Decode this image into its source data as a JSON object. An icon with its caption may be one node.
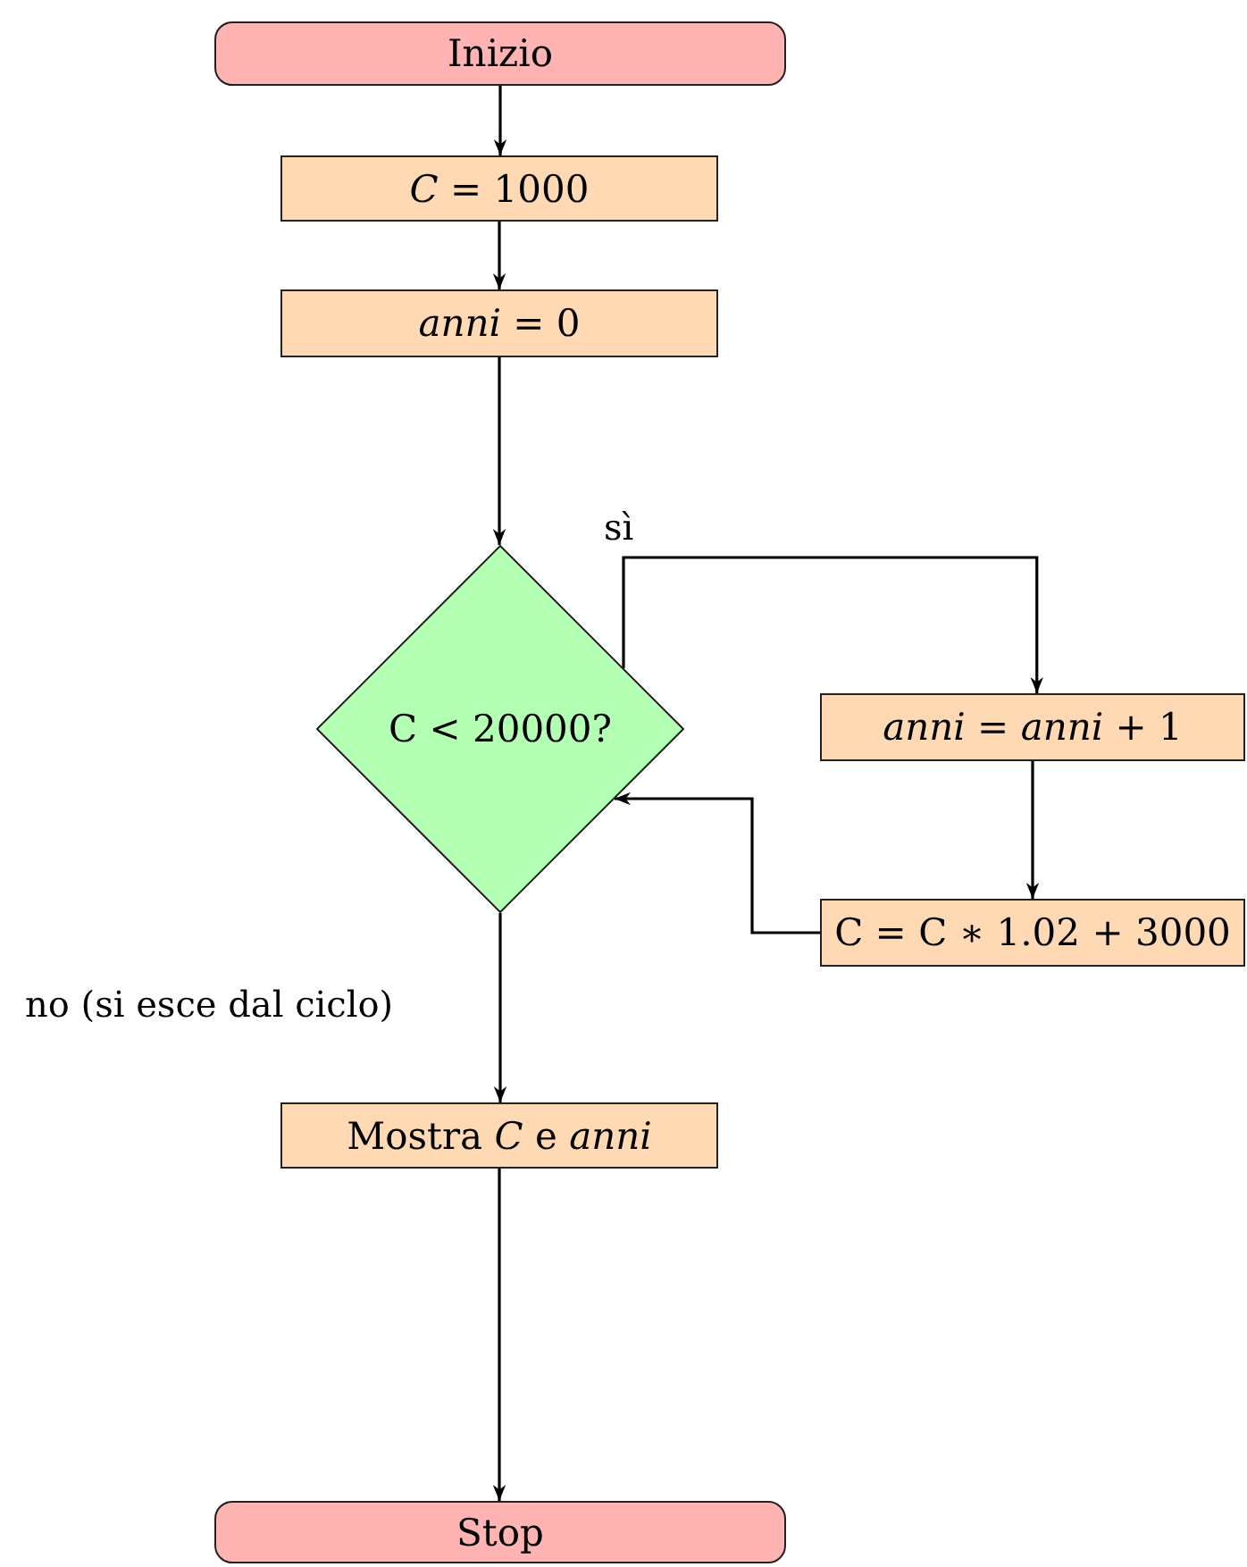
{
  "diagram": {
    "nodes": [
      {
        "text": [
          "Inizio"
        ]
      },
      {
        "text": [
          "*C* = 1000"
        ]
      },
      {
        "text": [
          "*anni* = 0"
        ]
      },
      {
        "text": [
          "C < 20000?"
        ]
      },
      {
        "text": [
          "*anni* = *anni* + 1"
        ]
      },
      {
        "text": [
          "C = C ∗ 1.02 + 3000"
        ]
      },
      {
        "text": [
          "Mostra *C* e *anni*"
        ]
      },
      {
        "text": [
          "Stop"
        ]
      }
    ],
    "edges": [
      {
        "from": 0,
        "to": 1,
        "arrow": "to"
      },
      {
        "from": 1,
        "to": 2,
        "arrow": "to"
      },
      {
        "from": 2,
        "to": 3,
        "arrow": "to"
      },
      {
        "from": 3,
        "to": 4,
        "arrow": "to",
        "label": "sì"
      },
      {
        "from": 4,
        "to": 5,
        "arrow": "to"
      },
      {
        "from": 5,
        "to": 3,
        "arrow": "to"
      },
      {
        "from": 3,
        "to": 6,
        "arrow": "to",
        "label": "no (si esce dal ciclo)"
      },
      {
        "from": 6,
        "to": 7,
        "arrow": "to"
      }
    ]
  }
}
